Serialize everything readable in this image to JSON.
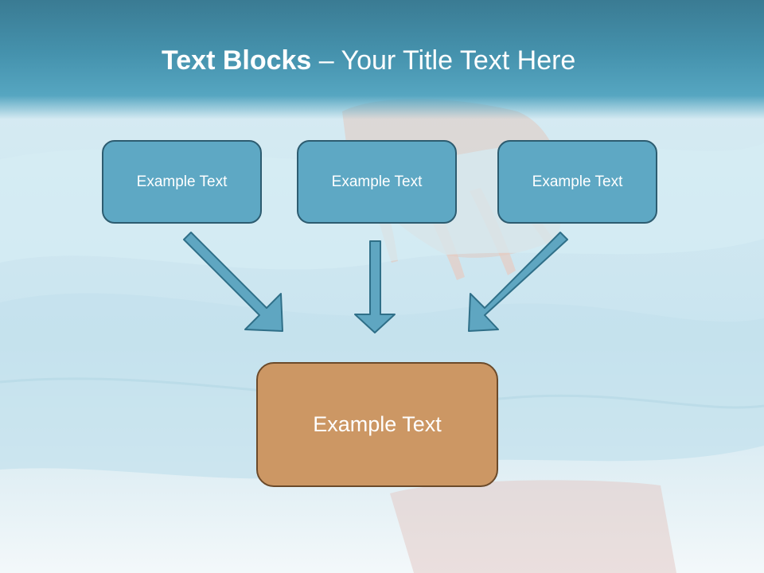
{
  "slide": {
    "title_bold": "Text Blocks",
    "title_rest": " – Your Title Text Here"
  },
  "blocks": [
    {
      "label": "Example Text"
    },
    {
      "label": "Example Text"
    },
    {
      "label": "Example Text"
    }
  ],
  "result": {
    "label": "Example Text"
  },
  "colors": {
    "title_band": "#4592ad",
    "block_fill": "#5ea8c4",
    "block_border": "#2d5c70",
    "result_fill": "#cc9764",
    "result_border": "#6b4a2a",
    "arrow_fill": "#5fa6c1"
  }
}
